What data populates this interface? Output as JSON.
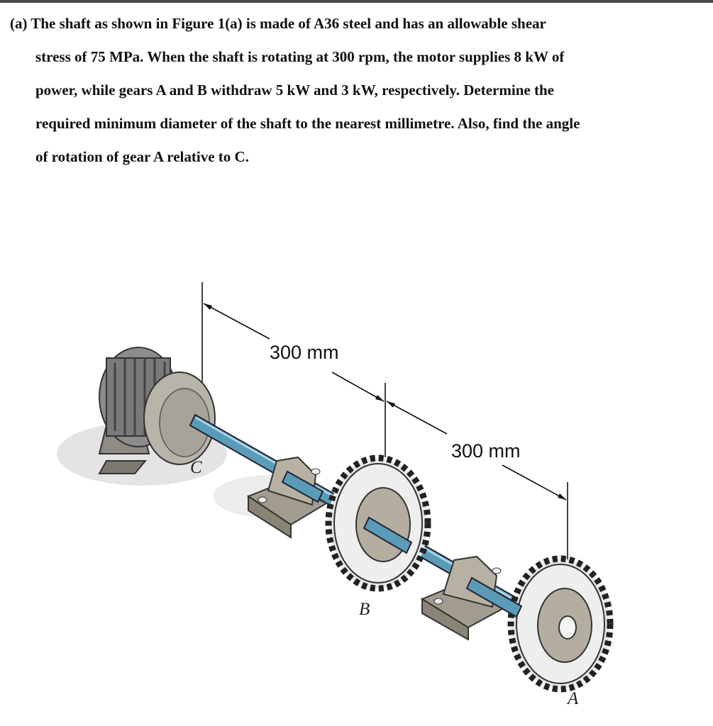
{
  "problem": {
    "lines": [
      "(a) The shaft as shown in Figure 1(a) is made of A36 steel and has an allowable shear",
      "stress of 75 MPa. When the shaft is rotating at 300 rpm, the motor supplies 8 kW of",
      "power, while gears A and B withdraw 5 kW and 3 kW, respectively. Determine the",
      "required minimum diameter of the shaft to the nearest millimetre. Also, find the angle",
      "of rotation of gear A relative to C."
    ]
  },
  "figure": {
    "dimension_1": "300 mm",
    "dimension_2": "300 mm",
    "label_c": "C",
    "label_b": "B",
    "label_a": "A"
  },
  "colors": {
    "shaft": "#5a9bb8",
    "metal": "#b0aca2",
    "shadow": "#e2e2e2"
  }
}
